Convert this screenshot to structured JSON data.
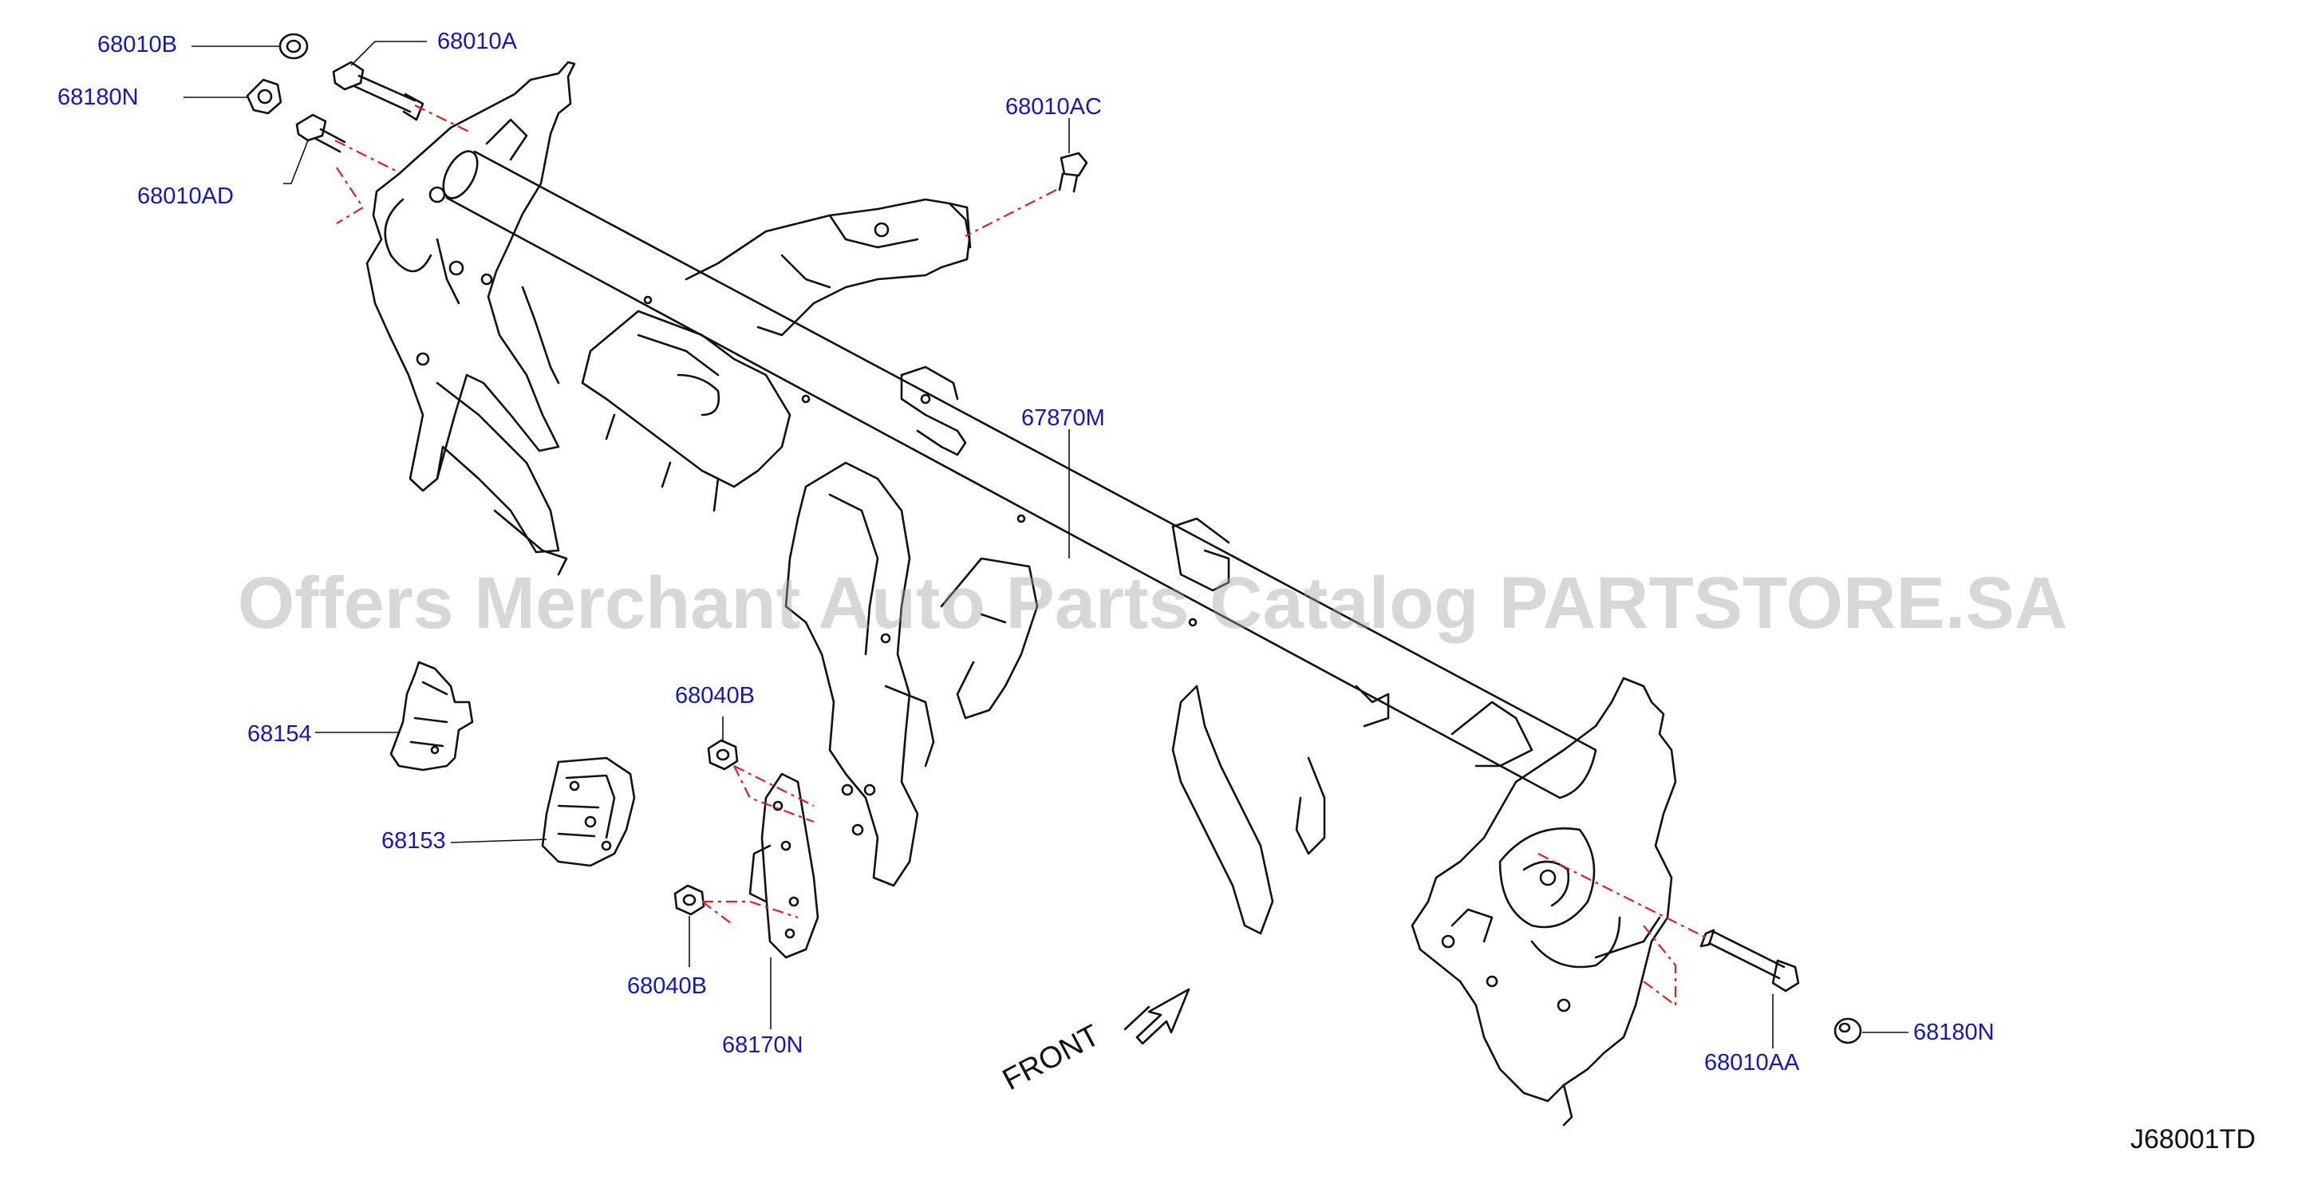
{
  "diagram": {
    "watermark": "Offers Merchant Auto Parts Catalog PARTSTORE.SA",
    "front_label": "FRONT",
    "drawing_code": "J68001TD",
    "colors": {
      "label": "#1515c8",
      "line": "#111111",
      "centerline": "#e02020"
    },
    "callouts": [
      {
        "id": "68010B",
        "label": "68010B"
      },
      {
        "id": "68010A",
        "label": "68010A"
      },
      {
        "id": "68180N-left",
        "label": "68180N"
      },
      {
        "id": "68010AD",
        "label": "68010AD"
      },
      {
        "id": "68010AC",
        "label": "68010AC"
      },
      {
        "id": "67870M",
        "label": "67870M"
      },
      {
        "id": "68154",
        "label": "68154"
      },
      {
        "id": "68153",
        "label": "68153"
      },
      {
        "id": "68040B-top",
        "label": "68040B"
      },
      {
        "id": "68040B-bottom",
        "label": "68040B"
      },
      {
        "id": "68170N",
        "label": "68170N"
      },
      {
        "id": "68010AA",
        "label": "68010AA"
      },
      {
        "id": "68180N-right",
        "label": "68180N"
      }
    ]
  }
}
